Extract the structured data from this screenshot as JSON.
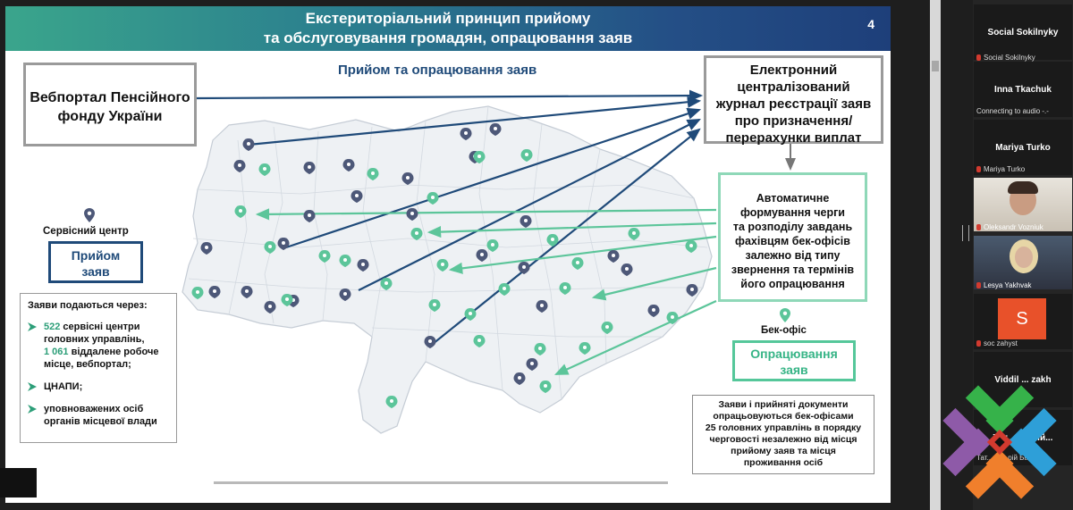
{
  "slide": {
    "title_line1": "Екстериторіальний принцип прийому",
    "title_line2": "та обслуговування громадян, опрацювання заяв",
    "page_number": "4",
    "subheading": "Прийом та опрацювання заяв",
    "portal_line1": "Вебпортал Пенсійного",
    "portal_line2": "фонду України",
    "journal_line1": "Електронний",
    "journal_line2": "централізований",
    "journal_line3": "журнал реєстрації заяв",
    "journal_line4": "про призначення/",
    "journal_line5": "перерахунки виплат",
    "auto_line1": "Автоматичне",
    "auto_line2": "формування черги",
    "auto_line3": "та розподілу завдань",
    "auto_line4": "фахівцям бек-офісів",
    "auto_line5": "залежно від типу",
    "auto_line6": "звернення та термінів",
    "auto_line7": "його опрацювання",
    "service_center_label": "Сервісний центр",
    "priyom_line1": "Прийом",
    "priyom_line2": "заяв",
    "backoffice_label": "Бек-офіс",
    "opr_line1": "Опрацювання",
    "opr_line2": "заяв",
    "apps_heading": "Заяви подаються через:",
    "apps_item1_num": "522",
    "apps_item1_text": " сервісні центри головних управлінь,",
    "apps_item1_num2": "1 061",
    "apps_item1_text2": " віддалене робоче місце, вебпортал;",
    "apps_item2": "ЦНАПИ;",
    "apps_item3": "уповноважених осіб органів місцевої влади",
    "docs_line1": "Заяви і прийняті документи",
    "docs_line2": "опрацьовуються бек-офісами",
    "docs_line3": "25 головних управлінь в порядку",
    "docs_line4": "черговості незалежно від місця",
    "docs_line5": "прийому заяв та місця",
    "docs_line6": "проживання осіб"
  },
  "participants": [
    {
      "name": "Social Sokilnyky",
      "sub": "Social Sokilnyky"
    },
    {
      "name": "Inna Tkachuk",
      "sub": "Connecting to audio -.-"
    },
    {
      "name": "Mariya Turko",
      "sub": "Mariya Turko"
    },
    {
      "name": "",
      "sub": "Oleksandr Vozniuk"
    },
    {
      "name": "",
      "sub": "Lesya  Yakhvak"
    },
    {
      "name": "S",
      "sub": "soc zahyst"
    },
    {
      "name": "Viddil ... zakh",
      "sub": ""
    },
    {
      "name": "Тат... Сергій...",
      "sub": "Тат...ка ...рій Білов..."
    }
  ],
  "colors": {
    "navy": "#1f4a79",
    "green": "#5cc59a",
    "gray_pin": "#4d5878"
  },
  "icons": [
    "service-pin-icon",
    "backoffice-pin-icon",
    "bullet-arrow-icon",
    "mic-muted-icon",
    "ornament-logo-icon"
  ]
}
